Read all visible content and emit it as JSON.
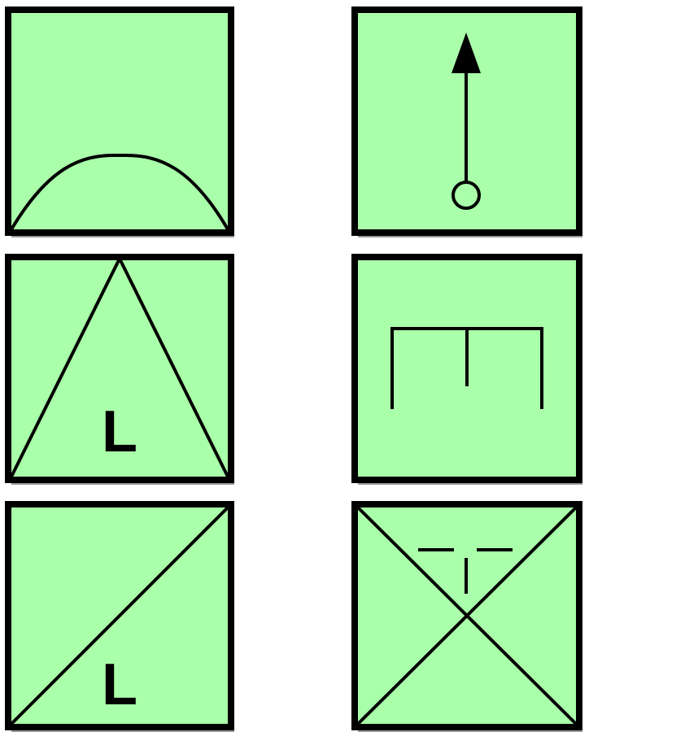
{
  "colors": {
    "fill": "#aaffaa",
    "stroke": "#000000",
    "shadow": "#999999",
    "background": "#ffffff"
  },
  "symbols": [
    {
      "id": "arc",
      "label": ""
    },
    {
      "id": "arrow-with-circle",
      "label": ""
    },
    {
      "id": "triangle",
      "label": "L"
    },
    {
      "id": "comb",
      "label": ""
    },
    {
      "id": "diagonal",
      "label": "L"
    },
    {
      "id": "x-cross",
      "label": ""
    }
  ]
}
